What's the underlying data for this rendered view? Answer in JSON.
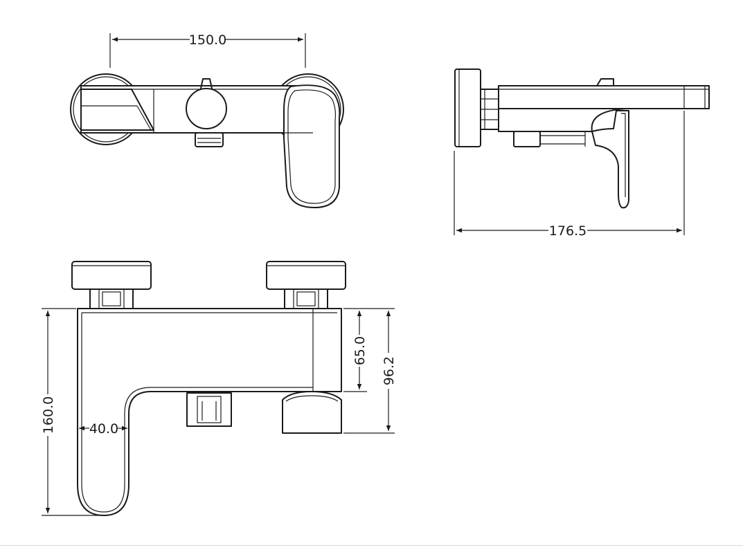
{
  "dimensions": {
    "top_width": "150.0",
    "side_depth": "176.5",
    "front_height": "160.0",
    "spout_width": "40.0",
    "body_height": "65.0",
    "outlet_height": "96.2"
  },
  "colors": {
    "line": "#1a1a1a",
    "background": "#ffffff"
  }
}
